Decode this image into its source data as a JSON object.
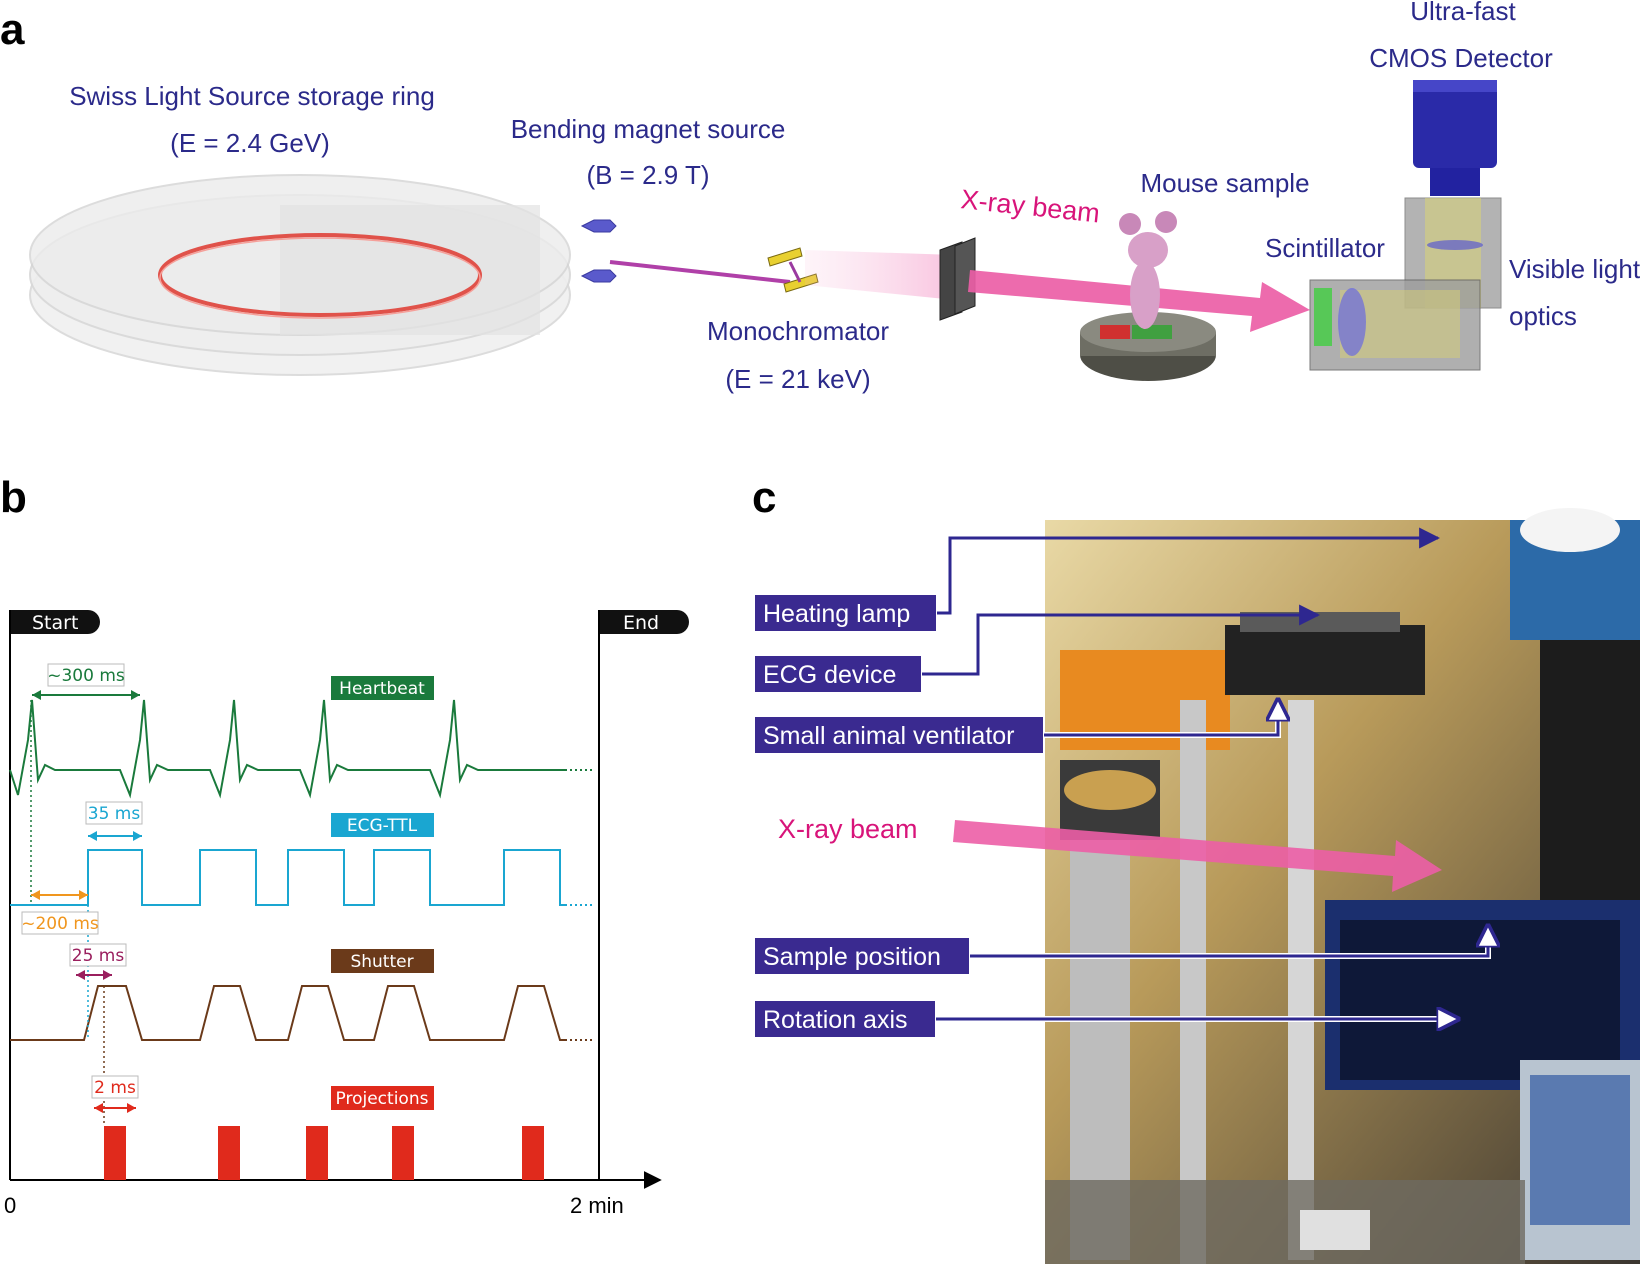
{
  "panel_a": {
    "letter": "a",
    "storage_ring_title": "Swiss Light Source storage ring",
    "storage_ring_energy": "(E = 2.4 GeV)",
    "bending_magnet_title": "Bending magnet source",
    "bending_magnet_field": "(B = 2.9 T)",
    "monochromator_title": "Monochromator",
    "monochromator_energy": "(E = 21 keV)",
    "xray_beam": "X-ray beam",
    "mouse_sample": "Mouse sample",
    "detector_line1": "Ultra-fast",
    "detector_line2": "CMOS Detector",
    "scintillator": "Scintillator",
    "visible_light_line1": "Visible light",
    "visible_light_line2": "optics"
  },
  "panel_b": {
    "letter": "b",
    "start_label": "Start",
    "end_label": "End",
    "x_axis_start": "0",
    "x_axis_end": "2 min",
    "heartbeat_label": "Heartbeat",
    "ecg_label": "ECG-TTL",
    "shutter_label": "Shutter",
    "projections_label": "Projections",
    "anno_300ms": "~300 ms",
    "anno_35ms": "35 ms",
    "anno_200ms": "~200 ms",
    "anno_25ms": "25 ms",
    "anno_2ms": "2 ms",
    "colors": {
      "heartbeat": "#1a7a3c",
      "ecg": "#1aa6d1",
      "shutter": "#6b3a1a",
      "projections": "#e02a1c",
      "orange": "#f0961e",
      "purple": "#9a1f5e"
    }
  },
  "panel_c": {
    "letter": "c",
    "heating_lamp": "Heating lamp",
    "ecg_device": "ECG device",
    "ventilator": "Small animal ventilator",
    "xray_beam": "X-ray beam",
    "sample_position": "Sample position",
    "rotation_axis": "Rotation axis",
    "label_color": "#3a2a90"
  }
}
